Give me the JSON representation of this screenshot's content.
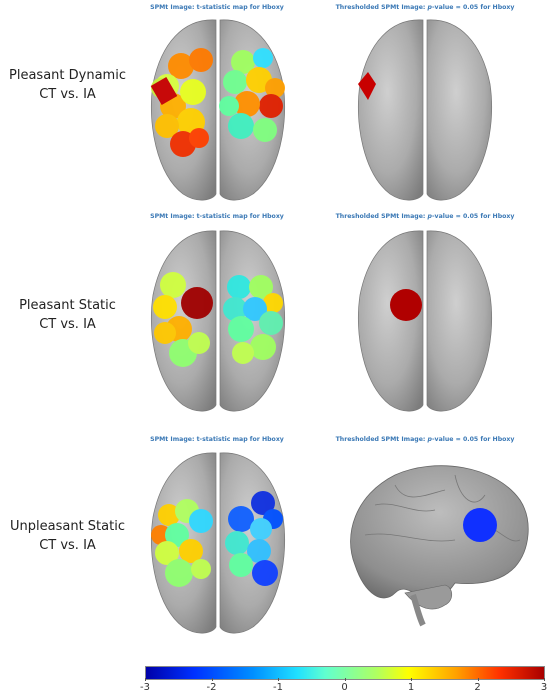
{
  "rows": [
    {
      "label_line1": "Pleasant Dynamic",
      "label_line2": "CT vs. IA"
    },
    {
      "label_line1": "Pleasant Static",
      "label_line2": "CT vs. IA"
    },
    {
      "label_line1": "Unpleasant Static",
      "label_line2": "CT vs. IA"
    }
  ],
  "titles": {
    "map_prefix": "SPMt Image: t-statistic map for Hboxy",
    "thr_prefix": "Thresholded SPMt Image: ",
    "thr_p": "p",
    "thr_suffix": "-value = 0.05 for Hboxy"
  },
  "colorbar": {
    "ticks": [
      "-3",
      "-2",
      "-1",
      "0",
      "1",
      "2",
      "3"
    ],
    "range": [
      -3,
      3
    ],
    "colormap": "jet"
  },
  "colors": {
    "brain": "#a9a9a9",
    "significant": "#c80000",
    "significant_blue": "#1030ff"
  }
}
